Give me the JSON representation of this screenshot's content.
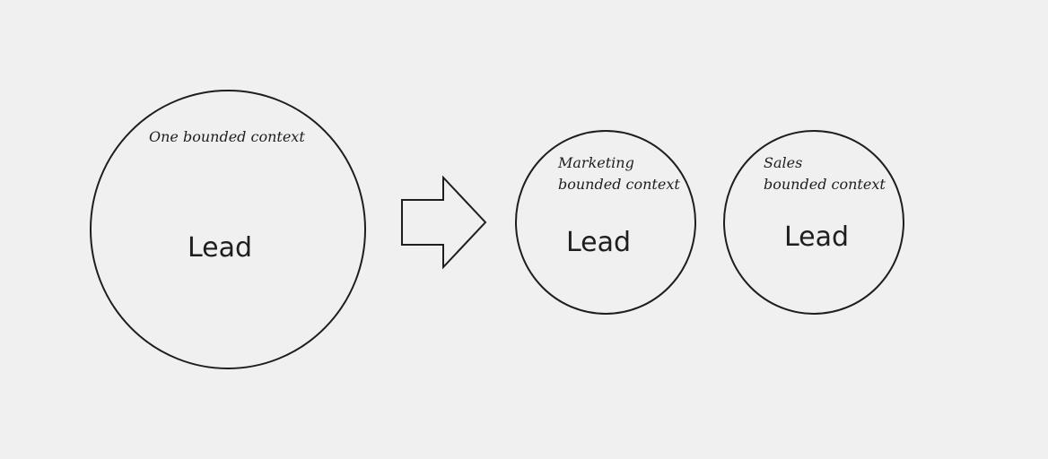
{
  "diagram": {
    "before": {
      "context_label": "One bounded context",
      "entity_label": "Lead"
    },
    "after": {
      "marketing": {
        "context_line1": "Marketing",
        "context_line2": "bounded context",
        "entity_label": "Lead"
      },
      "sales": {
        "context_line1": "Sales",
        "context_line2": "bounded context",
        "entity_label": "Lead"
      }
    }
  },
  "colors": {
    "background": "#f0f0f0",
    "stroke": "#1e1e1e"
  }
}
